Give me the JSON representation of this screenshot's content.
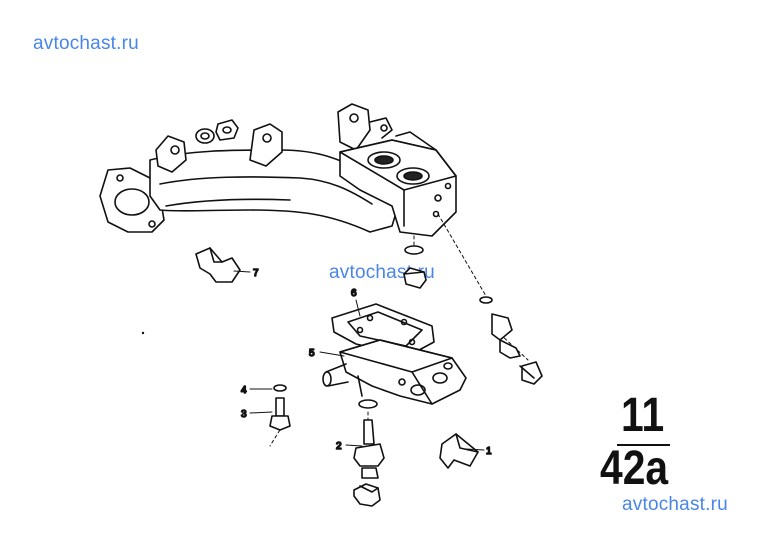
{
  "watermark": {
    "top_left": "avtochast.ru",
    "center": "avtochast.ru",
    "bottom_right": "avtochast.ru",
    "color": "#4a86e8"
  },
  "callouts": [
    "1",
    "2",
    "3",
    "4",
    "5",
    "6",
    "7"
  ],
  "group_code": {
    "top": "11",
    "bottom": "42a"
  }
}
